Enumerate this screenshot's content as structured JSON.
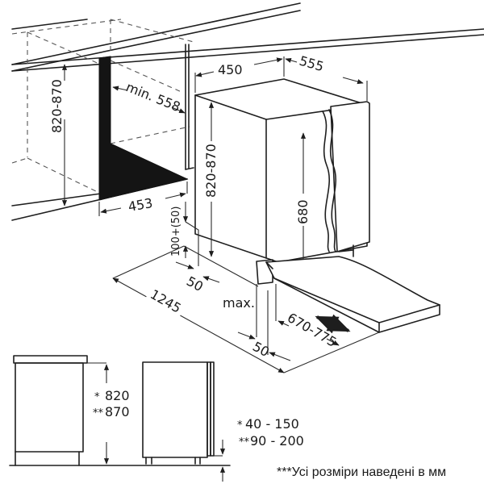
{
  "diagram": {
    "subject": "Built-in dishwasher installation dimensions",
    "top_view": {
      "niche_height": "820-870",
      "niche_depth_min": "min. 558",
      "niche_width": "453",
      "appliance_width": "450",
      "appliance_depth": "555",
      "appliance_height": "820-870",
      "door_panel_height": "680",
      "plinth_height": "100+(50)",
      "plinth_offset_top": "50",
      "total_door_swing": "1245",
      "max_label": "max.",
      "plinth_offset_bottom": "50",
      "door_open_depth": "670-775"
    },
    "bottom_view": {
      "height_option_1": "820",
      "height_option_1_marker": "*",
      "height_option_2": "870",
      "height_option_2_marker": "**",
      "plinth_range_1": "40 - 150",
      "plinth_range_1_marker": "*",
      "plinth_range_2": "90 - 200",
      "plinth_range_2_marker": "**"
    },
    "footnote": "***Усі розміри наведені в мм"
  },
  "colors": {
    "line": "#1e1e1e",
    "fill_dark": "#141414",
    "background": "#ffffff"
  }
}
